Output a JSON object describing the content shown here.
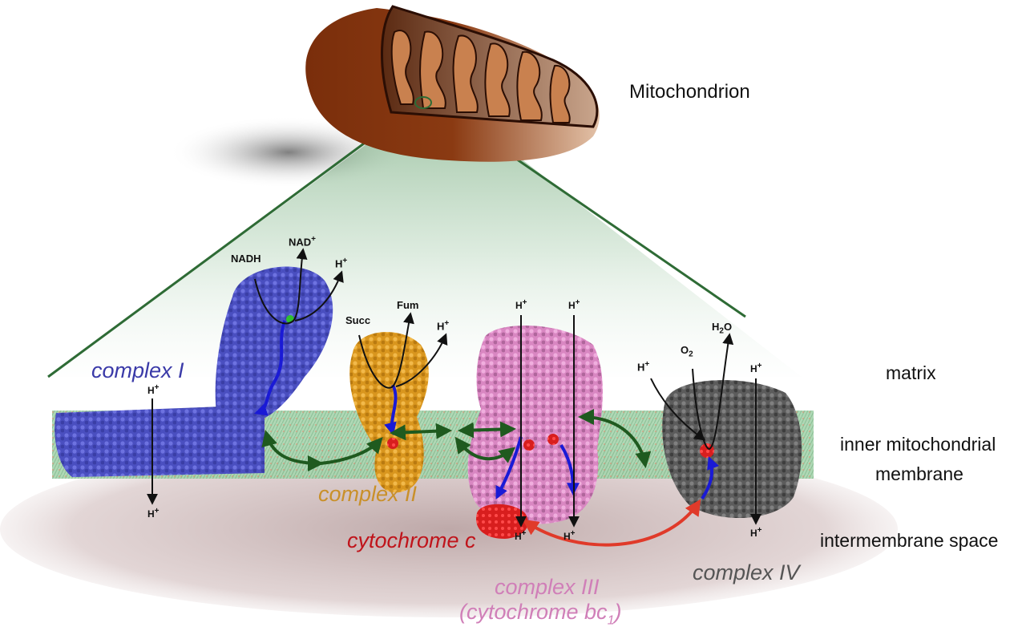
{
  "title_label": "Mitochondrion",
  "regions": {
    "matrix": "matrix",
    "membrane_line1": "inner mitochondrial",
    "membrane_line2": "membrane",
    "intermembrane": "intermembrane space"
  },
  "complexes": {
    "complex_1": "complex I",
    "complex_2": "complex II",
    "complex_3": "complex III",
    "complex_3_alt": "(cytochrome bc",
    "complex_3_alt_sub": "1",
    "complex_3_alt_close": ")",
    "cyt_c": "cytochrome c",
    "complex_4": "complex IV"
  },
  "chemicals": {
    "nadh": "NADH",
    "nad": "NAD",
    "nad_sup": "+",
    "succ": "Succ",
    "fum": "Fum",
    "o2": "O",
    "o2_sub": "2",
    "h2o_h": "H",
    "h2o_sub": "2",
    "h2o_o": "O"
  },
  "proton": {
    "h": "H",
    "sup": "+"
  },
  "colors": {
    "complex_1": "#3b3fa8",
    "complex_2": "#d99a2b",
    "complex_3": "#d98ac0",
    "cyt_c": "#c0161b",
    "complex_4": "#5a5a5a",
    "membrane": "#9fcfa6",
    "mito_outer": "#7a2e0b",
    "mito_cristae": "#c9814f",
    "zoom_cone": "#2e7d3a",
    "ims": "#c9b0b0",
    "q_arrow": "#1f5a1f",
    "electron_path": "#1a1ad6",
    "cyt_c_arrow": "#e03a2a"
  }
}
